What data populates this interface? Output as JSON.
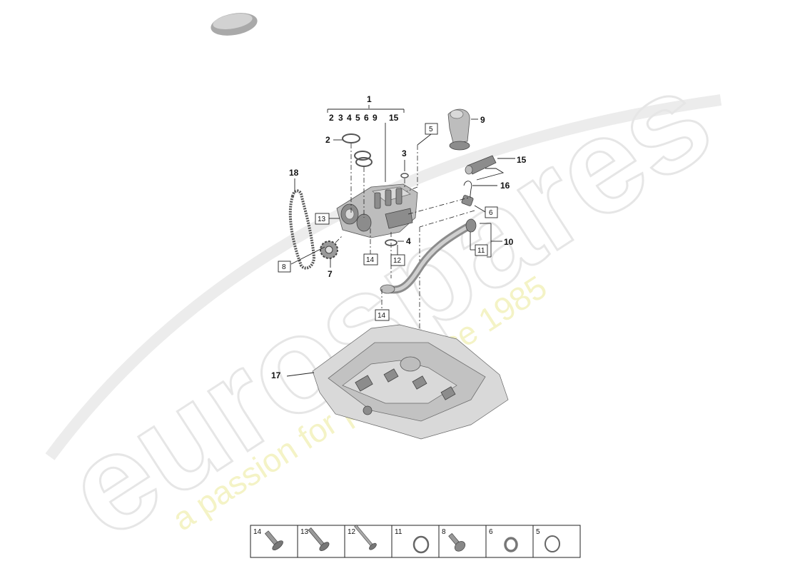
{
  "watermark": {
    "brand": "eurospares",
    "tagline": "a passion for parts since 1985"
  },
  "callouts": {
    "c1": "1",
    "c1_sub": [
      "2",
      "3",
      "4",
      "5",
      "6",
      "9",
      "15"
    ],
    "c2": "2",
    "c3": "3",
    "c4": "4",
    "c7": "7",
    "c9": "9",
    "c10": "10",
    "c15": "15",
    "c16": "16",
    "c17": "17",
    "c18": "18",
    "box5": "5",
    "box6": "6",
    "box8": "8",
    "box11": "11",
    "box12": "12",
    "box13": "13",
    "box14a": "14",
    "box14b": "14"
  },
  "parts_table": [
    {
      "num": "14",
      "icon": "flange-bolt-icon"
    },
    {
      "num": "13",
      "icon": "long-bolt-icon"
    },
    {
      "num": "12",
      "icon": "stud-bolt-icon"
    },
    {
      "num": "11",
      "icon": "o-ring-icon"
    },
    {
      "num": "8",
      "icon": "torx-bolt-icon"
    },
    {
      "num": "6",
      "icon": "seal-ring-icon"
    },
    {
      "num": "5",
      "icon": "o-ring-icon"
    }
  ]
}
